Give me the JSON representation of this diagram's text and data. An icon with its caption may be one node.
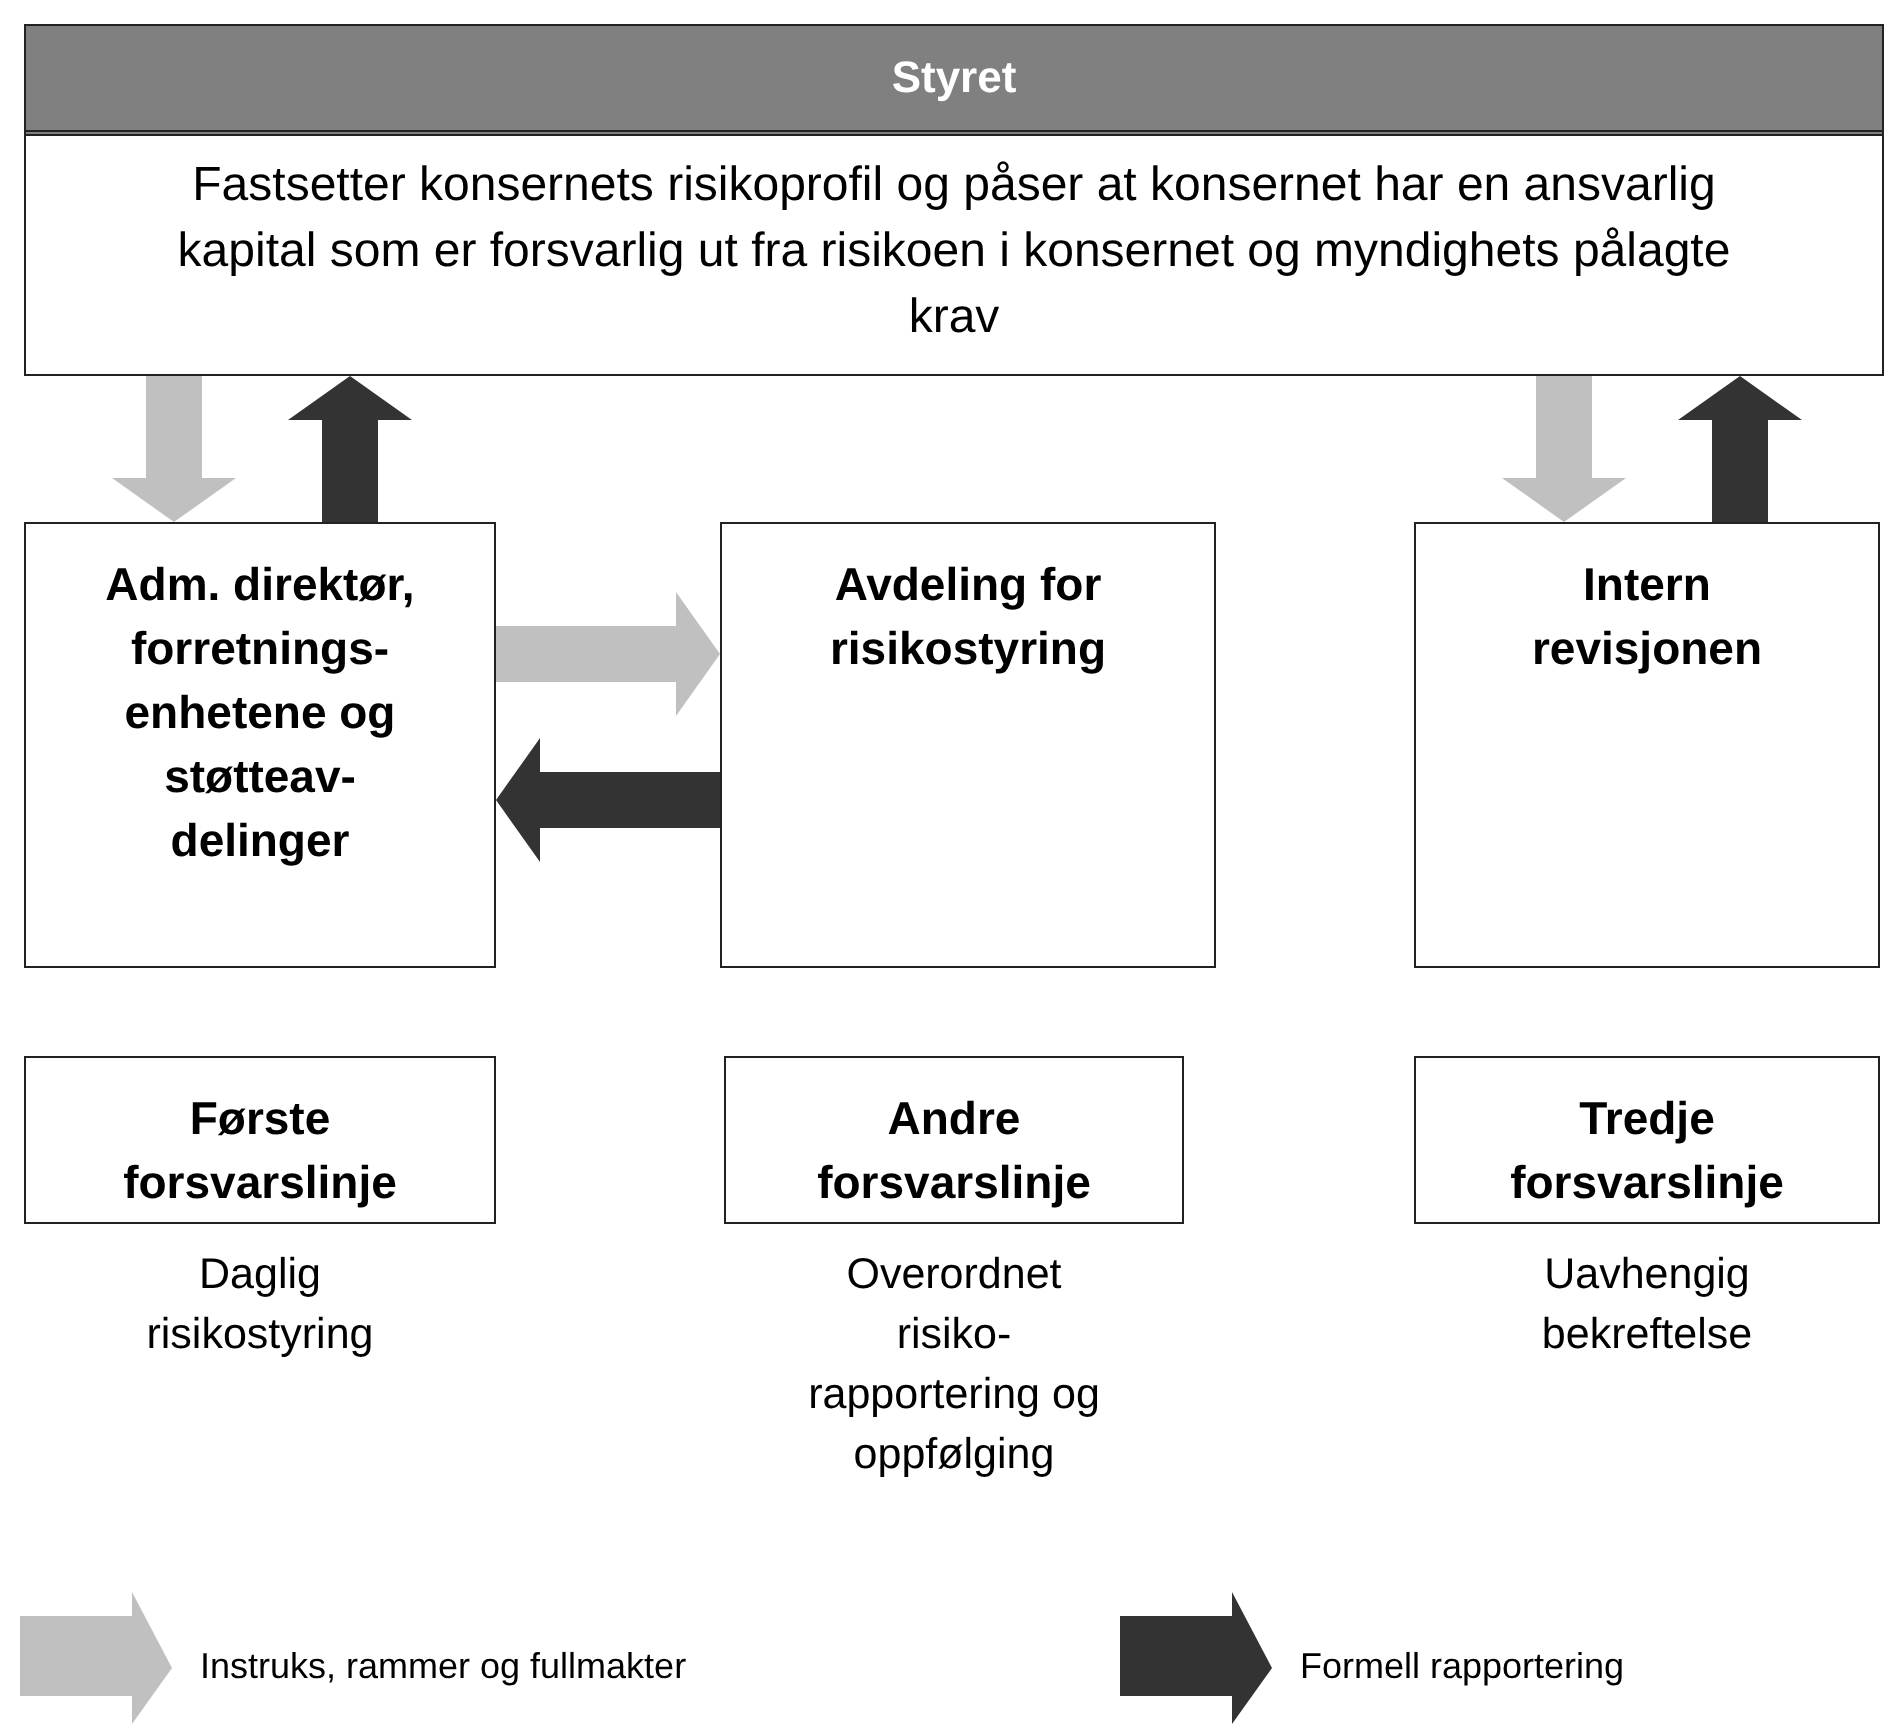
{
  "diagram": {
    "nodes": [
      {
        "text": [
          "Styret",
          "Fastsetter konsernets risikoprofil og påser at konsernet har en ansvarlig kapital som er forsvarlig ut fra risikoen i konsernet og myndighets pålagte krav"
        ]
      },
      {
        "text": [
          "Adm. direktør, forretnings-enhetene og støtteav-delinger"
        ]
      },
      {
        "text": [
          "Avdeling for risikostyring"
        ]
      },
      {
        "text": [
          "Intern revisjonen"
        ]
      },
      {
        "text": [
          "Første forsvarslinje"
        ],
        "beside": [
          "Daglig risikostyring"
        ]
      },
      {
        "text": [
          "Andre forsvarslinje"
        ],
        "beside": [
          "Overordnet risiko-rapportering og oppfølging"
        ]
      },
      {
        "text": [
          "Tredje forsvarslinje"
        ],
        "beside": [
          "Uavhengig bekreftelse"
        ]
      }
    ],
    "edges": [
      {
        "from": 0,
        "to": 1,
        "arrow": "to",
        "color": "#c0c0c0"
      },
      {
        "from": 1,
        "to": 0,
        "arrow": "to",
        "color": "#333333"
      },
      {
        "from": 1,
        "to": 2,
        "arrow": "to",
        "color": "#c0c0c0"
      },
      {
        "from": 2,
        "to": 1,
        "arrow": "to",
        "color": "#333333"
      },
      {
        "from": 0,
        "to": 3,
        "arrow": "to",
        "color": "#c0c0c0"
      },
      {
        "from": 3,
        "to": 0,
        "arrow": "to",
        "color": "#333333"
      }
    ],
    "legend": [
      {
        "text": "Instruks, rammer og fullmakter",
        "color": "#c0c0c0"
      },
      {
        "text": "Formell rapportering",
        "color": "#333333"
      }
    ]
  }
}
